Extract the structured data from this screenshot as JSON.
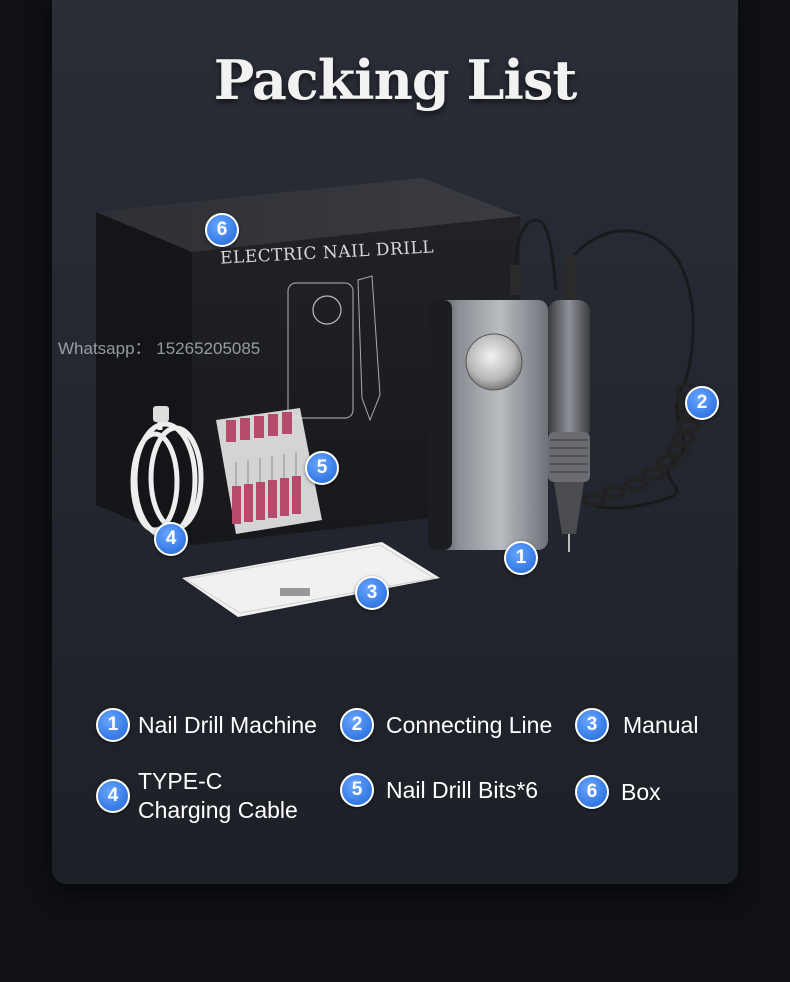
{
  "title": "Packing List",
  "box_title": "ELECTRIC NAIL DRILL",
  "watermark": "Whatsapp： 15265205085",
  "accent_color": "#3a7ee8",
  "photo_badges": [
    "1",
    "2",
    "3",
    "4",
    "5",
    "6"
  ],
  "legend": [
    {
      "num": "1",
      "label": "Nail Drill Machine"
    },
    {
      "num": "2",
      "label": "Connecting Line"
    },
    {
      "num": "3",
      "label": "Manual"
    },
    {
      "num": "4",
      "label_line1": "TYPE-C",
      "label_line2": "Charging Cable"
    },
    {
      "num": "5",
      "label": "Nail Drill Bits*6"
    },
    {
      "num": "6",
      "label": "Box"
    }
  ]
}
